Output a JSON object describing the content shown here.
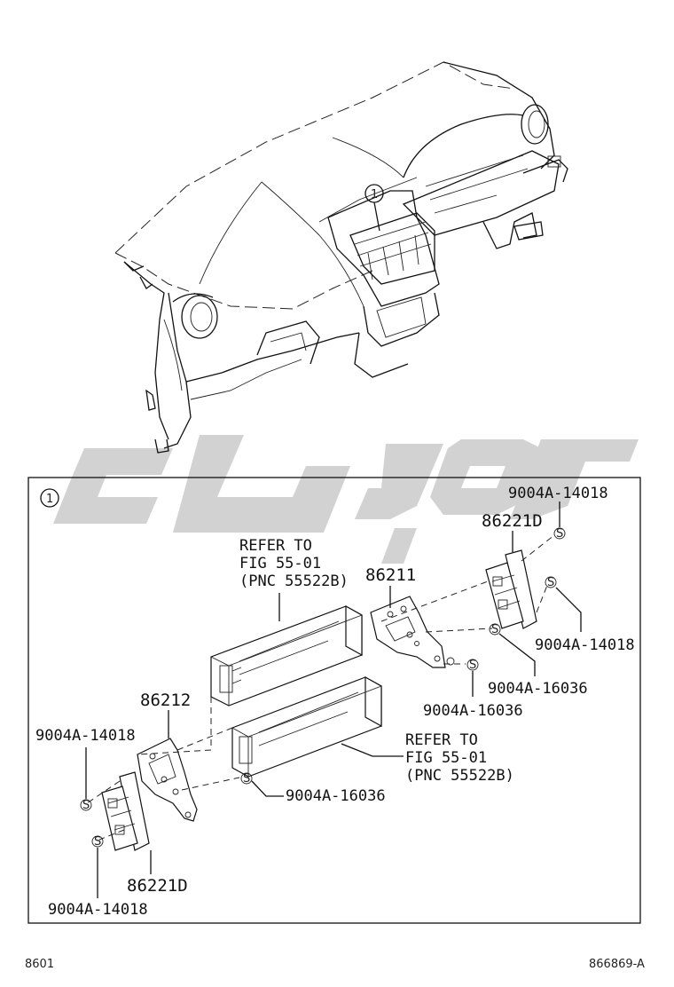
{
  "callout_number": "1",
  "labels": {
    "bolt_top_right_upper": "9004A-14018",
    "part_86221D_top": "86221D",
    "refer_upper_line1": "REFER TO",
    "refer_upper_line2": "FIG 55-01",
    "refer_upper_line3": "(PNC 55522B)",
    "part_86211": "86211",
    "bolt_right_lower": "9004A-14018",
    "screw_right": "9004A-16036",
    "screw_center": "9004A-16036",
    "part_86212": "86212",
    "bolt_left_upper": "9004A-14018",
    "refer_lower_line1": "REFER TO",
    "refer_lower_line2": "FIG 55-01",
    "refer_lower_line3": "(PNC 55522B)",
    "screw_left": "9004A-16036",
    "part_86221D_bottom": "86221D",
    "bolt_left_lower": "9004A-14018",
    "screw_symbol": "S"
  },
  "footer": {
    "left_code": "8601",
    "right_code": "866869-A"
  },
  "watermark_color": "#d2d2d2"
}
